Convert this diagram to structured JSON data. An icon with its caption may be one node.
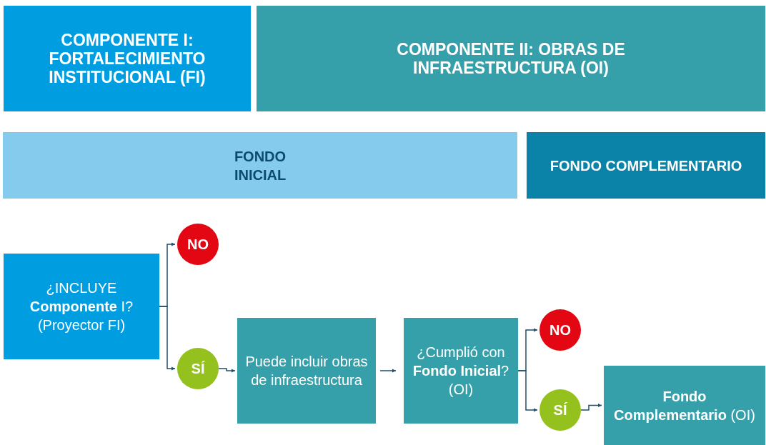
{
  "diagram": {
    "nodes": [
      {
        "text": [
          "COMPONENTE I: FORTALECIMIENTO INSTITUCIONAL (FI)"
        ]
      },
      {
        "text": [
          "COMPONENTE II: OBRAS DE INFRAESTRUCTURA (OI)"
        ]
      },
      {
        "text": [
          "FONDO INICIAL"
        ]
      },
      {
        "text": [
          "FONDO COMPLEMENTARIO"
        ]
      },
      {
        "text": [
          "¿INCLUYE **Componente** I? (Proyector FI)"
        ]
      },
      {
        "text": [
          "NO"
        ]
      },
      {
        "text": [
          "SÍ"
        ]
      },
      {
        "text": [
          "Puede incluir obras de infraestructura"
        ]
      },
      {
        "text": [
          "¿Cumplió con **Fondo Inicial**? (OI)"
        ]
      },
      {
        "text": [
          "NO"
        ]
      },
      {
        "text": [
          "SÍ"
        ]
      },
      {
        "text": [
          "**Fondo Complementario** (OI)"
        ]
      }
    ],
    "edges": [
      {
        "from": 4,
        "to": 5,
        "arrow": "to"
      },
      {
        "from": 4,
        "to": 6,
        "arrow": "to"
      },
      {
        "from": 6,
        "to": 7,
        "arrow": "to"
      },
      {
        "from": 7,
        "to": 8,
        "arrow": "to"
      },
      {
        "from": 8,
        "to": 9,
        "arrow": "to"
      },
      {
        "from": 8,
        "to": 10,
        "arrow": "to"
      },
      {
        "from": 10,
        "to": 11,
        "arrow": "to"
      }
    ]
  }
}
